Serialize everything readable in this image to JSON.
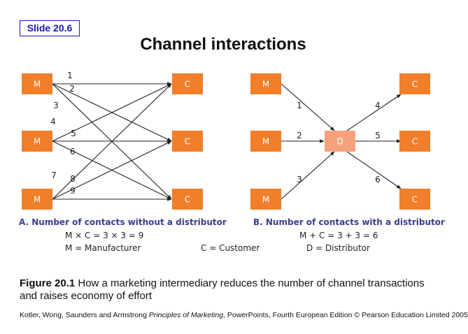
{
  "slide_label": "Slide 20.6",
  "title": "Channel interactions",
  "colors": {
    "box_fill": "#f07e2a",
    "distributor_fill": "#f6a27d",
    "heading_text": "#3a3e8c",
    "line": "#222222",
    "slide_label": "#1a1aa8"
  },
  "panel_a": {
    "heading": "A.  Number of contacts without a distributor",
    "formula": "M × C = 3 × 3 = 9",
    "legend": "M = Manufacturer",
    "left_nodes": [
      "M",
      "M",
      "M"
    ],
    "right_nodes": [
      "C",
      "C",
      "C"
    ],
    "edge_labels": [
      "1",
      "2",
      "3",
      "4",
      "5",
      "6",
      "7",
      "8",
      "9"
    ]
  },
  "panel_b": {
    "heading": "B.  Number of contacts with a distributor",
    "formula": "M + C = 3 + 3 = 6",
    "legend_customer": "C = Customer",
    "legend_distributor": "D = Distributor",
    "left_nodes": [
      "M",
      "M",
      "M"
    ],
    "hub_node": "D",
    "right_nodes": [
      "C",
      "C",
      "C"
    ],
    "edge_labels": [
      "1",
      "2",
      "3",
      "4",
      "5",
      "6"
    ]
  },
  "caption": {
    "label": "Figure 20.1",
    "text": " How a marketing intermediary reduces the number of channel transactions and raises economy of effort"
  },
  "credit": {
    "authors": "Kotler, Wong, Saunders and Armstrong ",
    "book": "Principles of Marketing",
    "rest": ", PowerPoints, Fourth European Edition © Pearson Education Limited 2005"
  }
}
